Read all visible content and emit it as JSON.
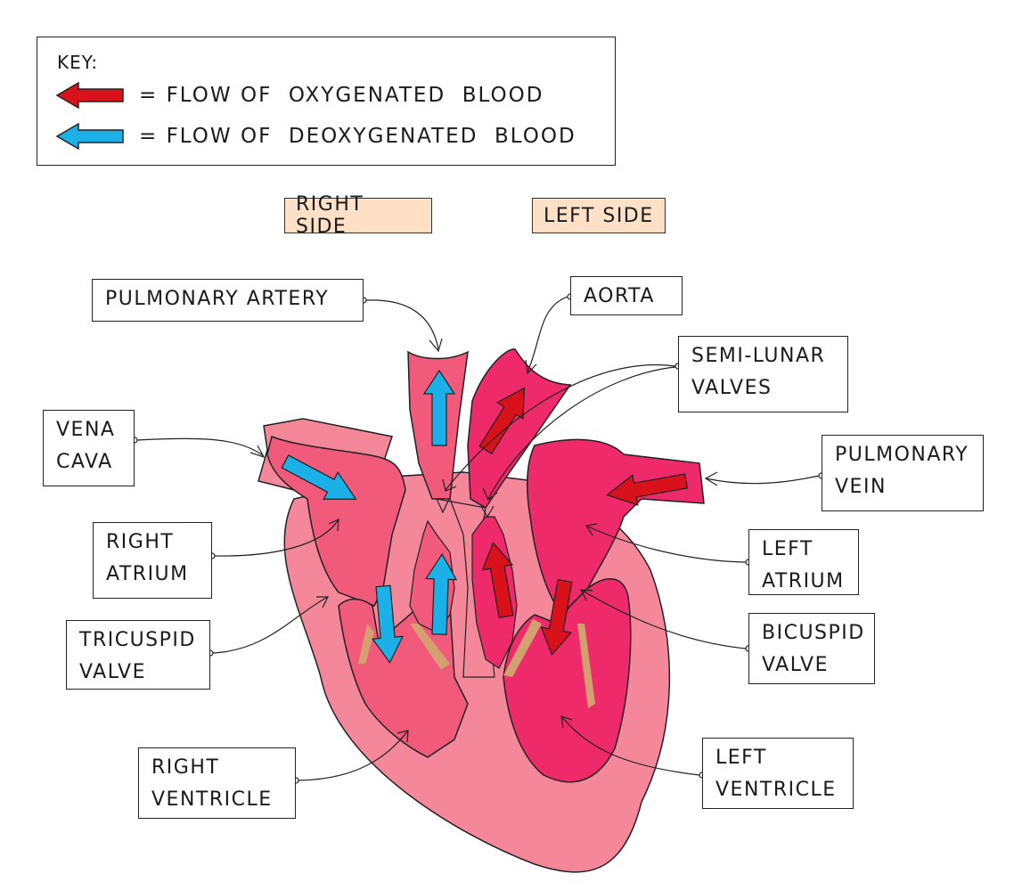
{
  "key": {
    "title": "KEY:",
    "oxygenated_label": "= FLOW OF  OXYGENATED  BLOOD",
    "deoxygenated_label": "= FLOW OF  DEOXYGENATED  BLOOD",
    "oxygenated_color": "#d9111b",
    "deoxygenated_color": "#1cb0e8"
  },
  "sides": {
    "right": "RIGHT SIDE",
    "left": "LEFT SIDE"
  },
  "labels": {
    "pulmonary_artery": "PULMONARY ARTERY",
    "aorta": "AORTA",
    "semi_lunar_1": "SEMI-LUNAR",
    "semi_lunar_2": "VALVES",
    "vena_cava_1": "VENA",
    "vena_cava_2": "CAVA",
    "pulmonary_vein_1": "PULMONARY",
    "pulmonary_vein_2": "VEIN",
    "right_atrium_1": "RIGHT",
    "right_atrium_2": "ATRIUM",
    "left_atrium_1": "LEFT",
    "left_atrium_2": "ATRIUM",
    "tricuspid_1": "TRICUSPID",
    "tricuspid_2": "VALVE",
    "bicuspid_1": "BICUSPID",
    "bicuspid_2": "VALVE",
    "right_ventricle_1": "RIGHT",
    "right_ventricle_2": "VENTRICLE",
    "left_ventricle_1": "LEFT",
    "left_ventricle_2": "VENTRICLE"
  },
  "colors": {
    "heart_outer": "#f5879a",
    "right_chambers": "#f25a7c",
    "left_chambers": "#ee2a6a",
    "valve_tissue": "#d4a070",
    "side_label_bg": "#fde0c5"
  }
}
